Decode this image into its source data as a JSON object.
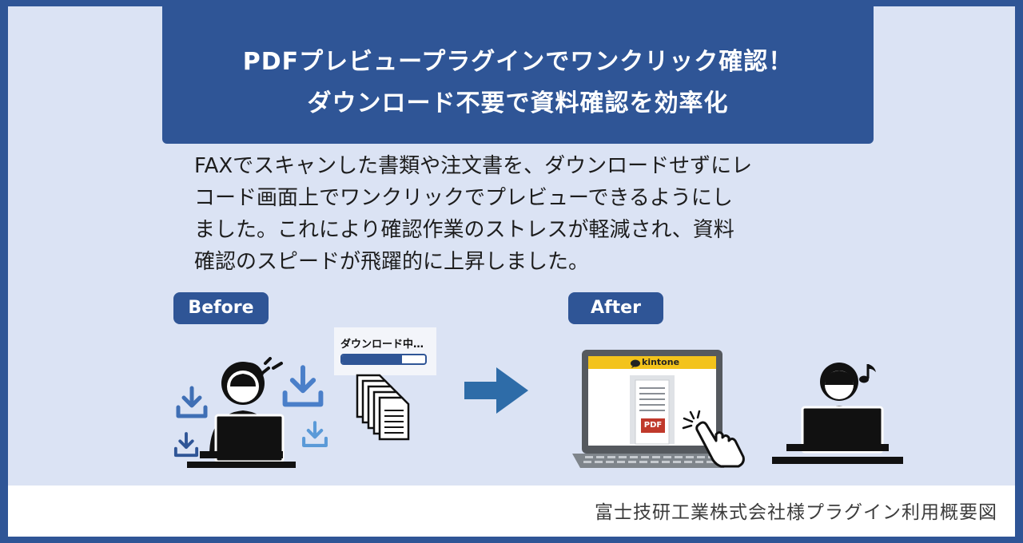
{
  "header": {
    "title_line1": "PDFプレビュープラグインでワンクリック確認！",
    "title_line2": "ダウンロード不要で資料確認を効率化"
  },
  "description": {
    "line1": "FAXでスキャンした書類や注文書を、ダウンロードせずにレ",
    "line2": "コード画面上でワンクリックでプレビューできるようにし",
    "line3": "ました。これにより確認作業のストレスが軽減され、資料",
    "line4": "確認のスピードが飛躍的に上昇しました。"
  },
  "before": {
    "label": "Before",
    "download_status": "ダウンロード中…",
    "progress": 0.72
  },
  "after": {
    "label": "After",
    "app_name": "kintone",
    "file_badge": "PDF"
  },
  "footer": {
    "caption": "富士技研工業株式会社様プラグイン利用概要図"
  },
  "icons": [
    "download-icon",
    "stress-mark-icon",
    "documents-stack-icon",
    "arrow-right-icon",
    "laptop-icon",
    "pointing-hand-icon",
    "music-note-icon"
  ],
  "colors": {
    "navy": "#2f5596",
    "panel": "#dbe3f4",
    "kintone_bar": "#f3c31b",
    "pdf_red": "#c0392b",
    "download_blue": "#4a7fc9"
  }
}
